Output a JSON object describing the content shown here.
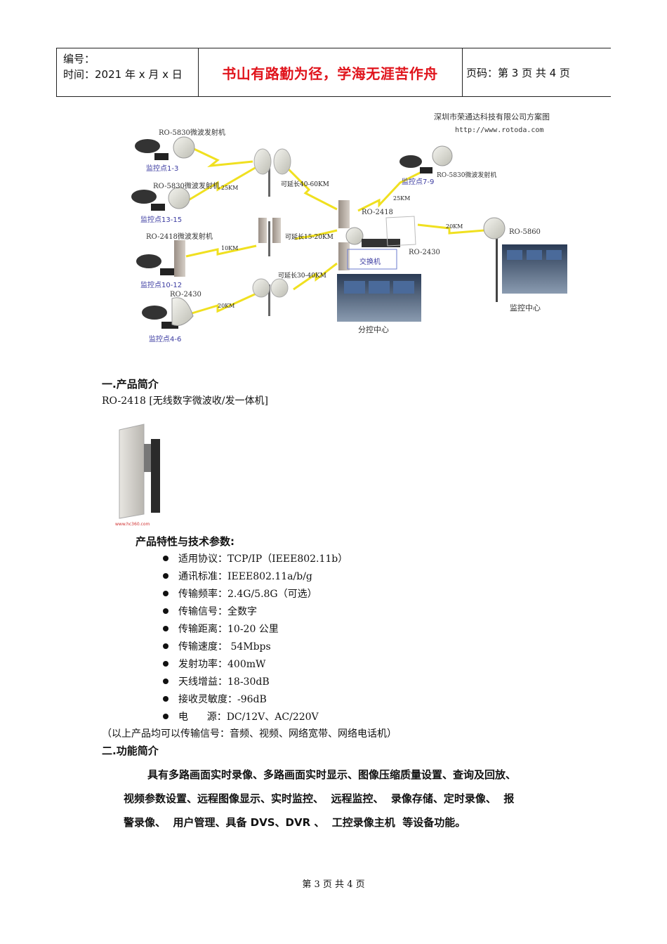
{
  "header": {
    "serial_label": "编号：",
    "time_label": "时间：2021 年 x 月 x 日",
    "motto": "书山有路勤为径，学海无涯苦作舟",
    "page_code": "页码：第 3 页  共 4 页"
  },
  "diagram": {
    "company": "深圳市荣通达科技有限公司方案图",
    "url": "http://www.rotoda.com",
    "left_sites": [
      {
        "device": "RO-5830微波发射机",
        "site": "监控点1-3",
        "distance": "25KM"
      },
      {
        "device": "RO-5830微波发射机",
        "site": "监控点13-15",
        "distance": ""
      },
      {
        "device": "RO-2418微波发射机",
        "site": "监控点10-12",
        "distance": "10KM"
      },
      {
        "device": "RO-2430",
        "site": "监控点4-6",
        "distance": "20KM"
      }
    ],
    "relays": [
      "可延长40-60KM",
      "可延长15-20KM",
      "可延长30-40KM"
    ],
    "right_site": {
      "site": "监控点7-9",
      "device": "RO-5830微波发射机",
      "distance": "25KM"
    },
    "hub_labels": {
      "ro2418": "RO-2418",
      "ro2430": "RO-2430",
      "switch": "交换机",
      "branch_center": "分控中心"
    },
    "center": {
      "device": "RO-5860",
      "distance": "20KM",
      "label": "监控中心"
    }
  },
  "section1": {
    "title": "一.产品简介",
    "product_line": "RO-2418 [无线数字微波收/发一体机]",
    "image_caption": "www.hc360.com",
    "features_title": "产品特性与技术参数:",
    "specs": [
      "适用协议：TCP/IP（IEEE802.11b）",
      "通讯标准：IEEE802.11a/b/g",
      "传输频率：2.4G/5.8G（可选）",
      "传输信号：全数字",
      "传输距离：10-20 公里",
      "传输速度：  54Mbps",
      "发射功率：400mW",
      "天线增益：18-30dB",
      "接收灵敏度：-96dB",
      "电      源：DC/12V、AC/220V"
    ],
    "note": "（以上产品均可以传输信号：音频、视频、网络宽带、网络电话机）"
  },
  "section2": {
    "title": "二.功能简介",
    "lines": [
      "具有多路画面实时录像、多路画面实时显示、图像压缩质量设置、查询及回放、",
      "视频参数设置、远程图像显示、实时监控、  远程监控、  录像存储、定时录像、  报",
      "警录像、  用户管理、具备 DVS、DVR 、  工控录像主机  等设备功能。"
    ]
  },
  "footer": {
    "text": "第 3 页 共 4 页"
  }
}
